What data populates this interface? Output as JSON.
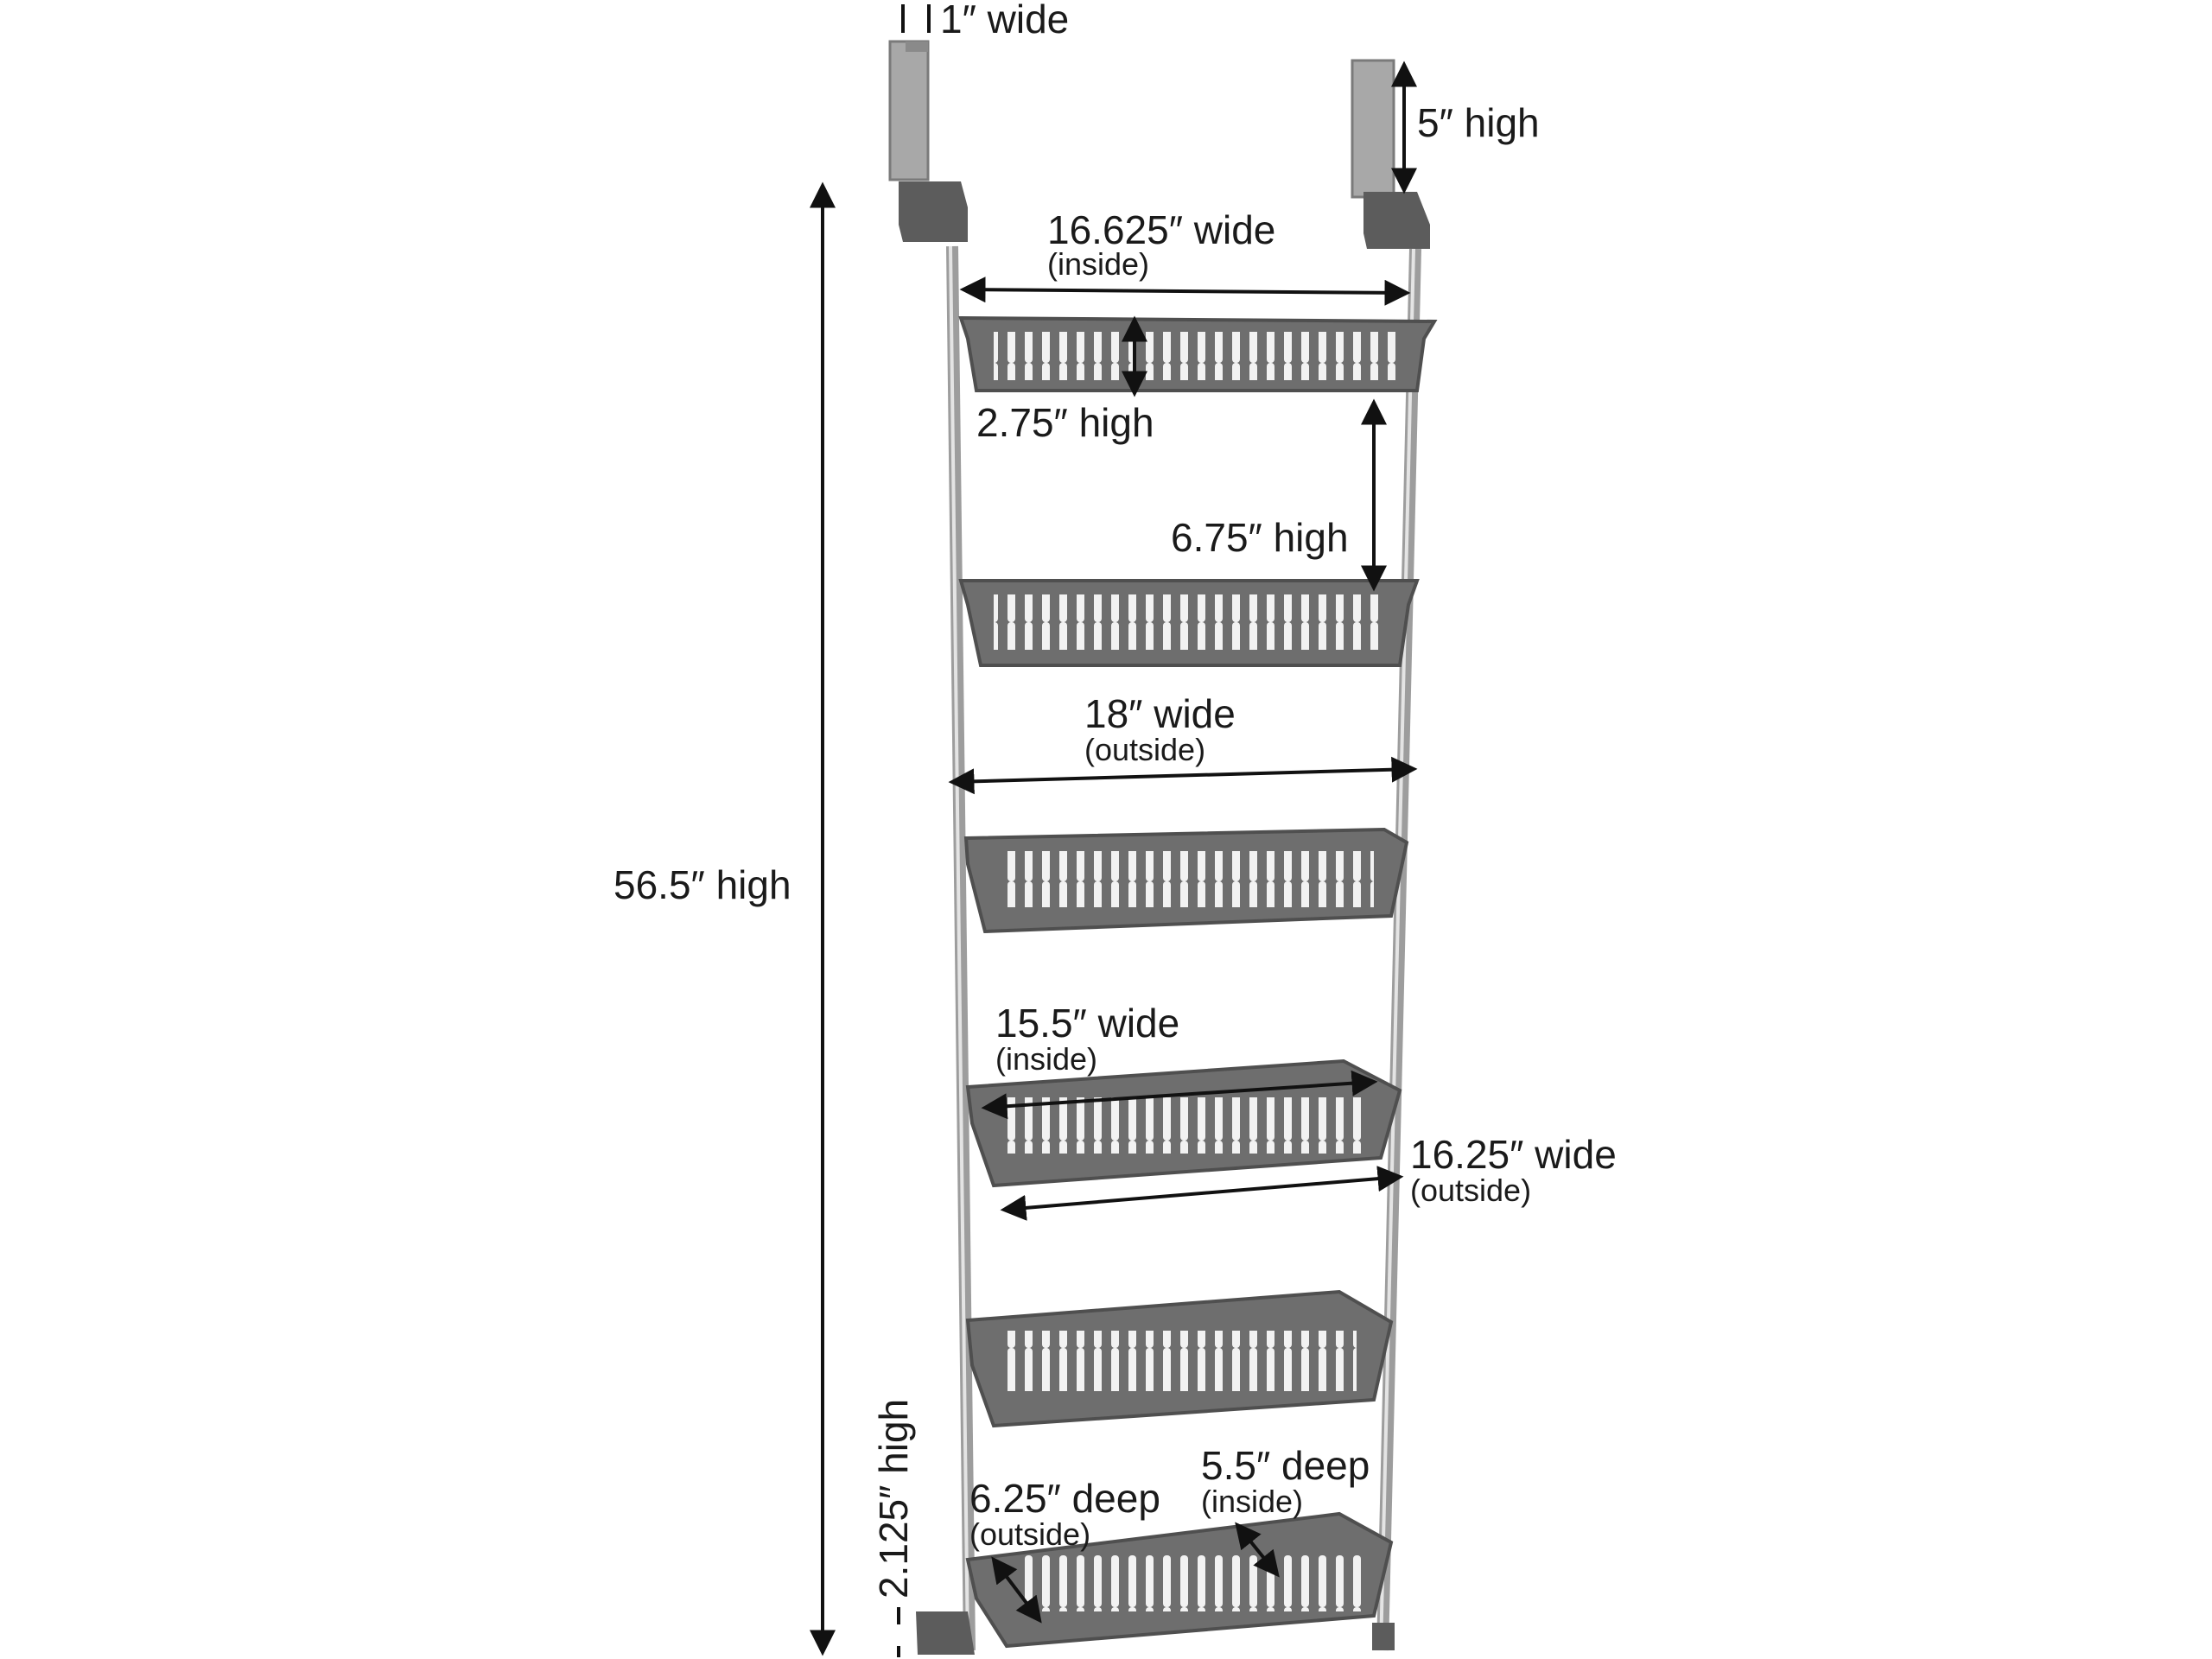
{
  "dimensions": {
    "hook_width": {
      "value": "1″ wide"
    },
    "hook_height": {
      "value": "5″ high"
    },
    "top_inside_width": {
      "value": "16.625″ wide",
      "note": "(inside)"
    },
    "basket_height": {
      "value": "2.75″ high"
    },
    "basket_spacing": {
      "value": "6.75″ high"
    },
    "frame_outside_width": {
      "value": "18″ wide",
      "note": "(outside)"
    },
    "overall_height": {
      "value": "56.5″ high"
    },
    "basket_inside_width": {
      "value": "15.5″ wide",
      "note": "(inside)"
    },
    "basket_outside_width": {
      "value": "16.25″ wide",
      "note": "(outside)"
    },
    "bottom_clearance": {
      "value": "2.125″ high"
    },
    "basket_outside_depth": {
      "value": "6.25″ deep",
      "note": "(outside)"
    },
    "basket_inside_depth": {
      "value": "5.5″ deep",
      "note": "(inside)"
    }
  },
  "colors": {
    "basket": "#6e6e6e",
    "basket_dark": "#4f4f4f",
    "pole": "#b9b9b9",
    "hook": "#9a9a9a",
    "line": "#111111"
  },
  "basket_count": 6
}
